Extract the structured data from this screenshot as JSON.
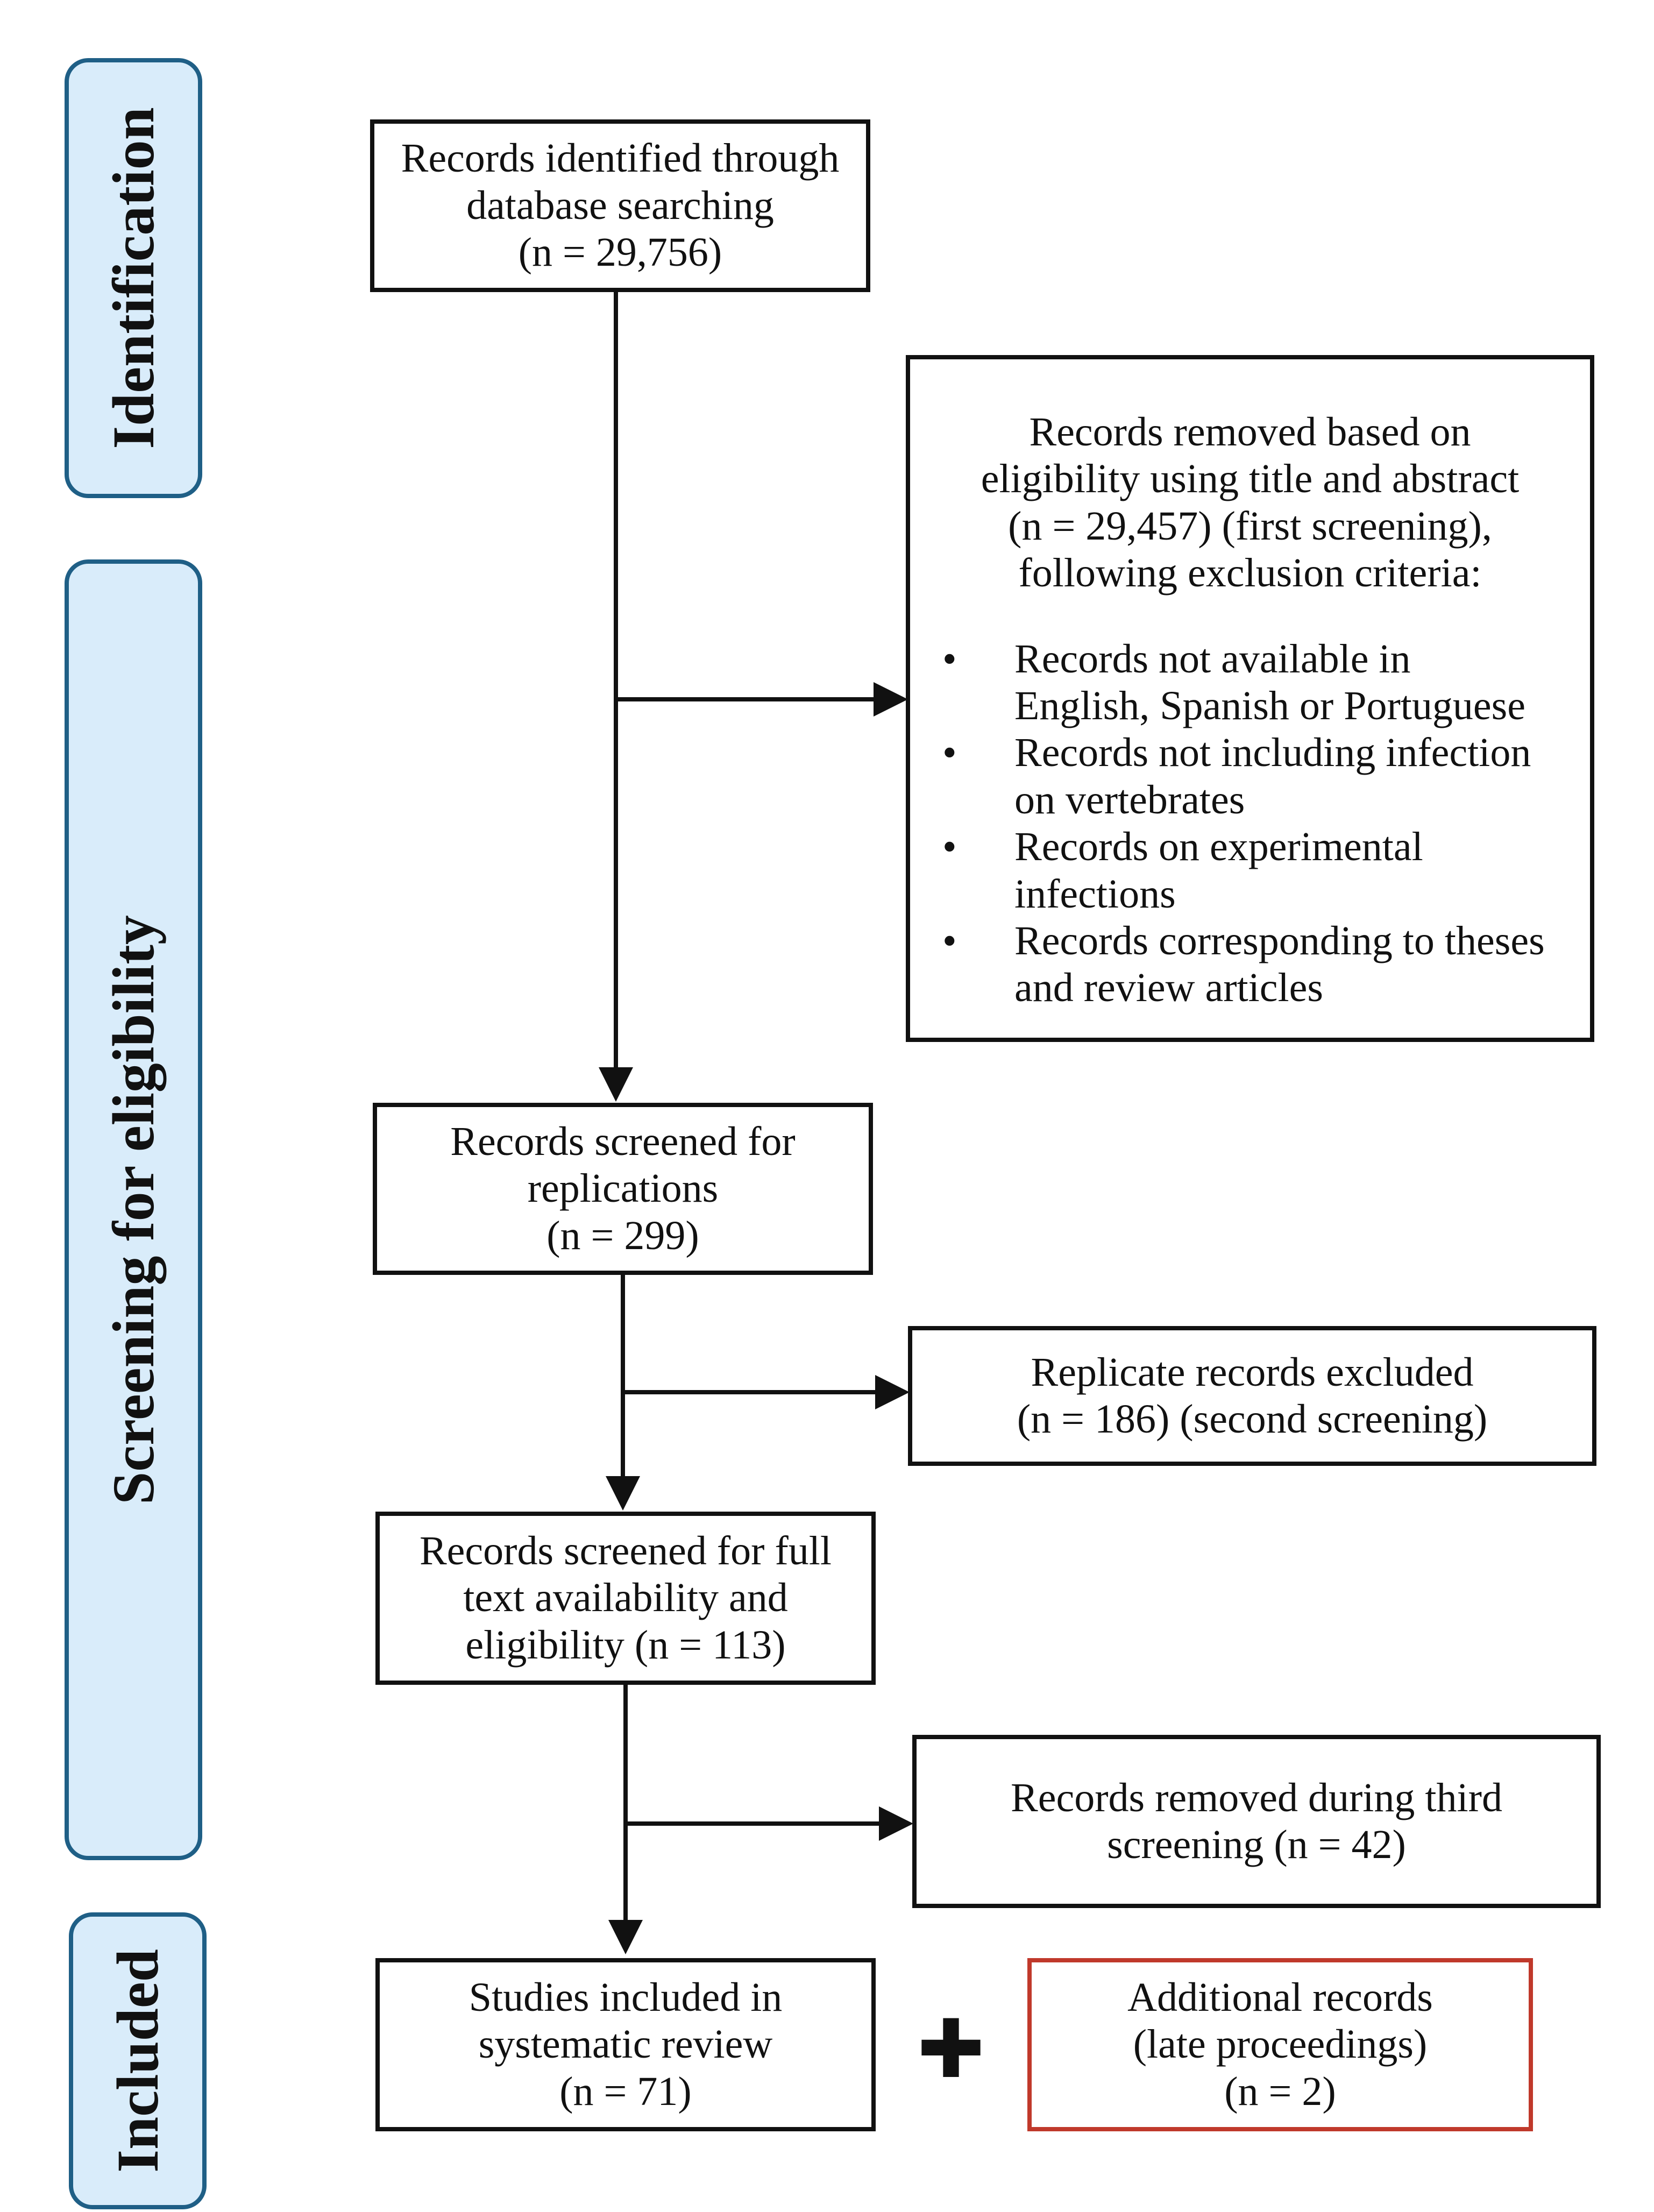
{
  "phases": {
    "identification": "Identification",
    "screening": "Screening for eligibility",
    "included": "Included"
  },
  "boxes": {
    "identified": {
      "lines": [
        "Records identified through",
        "database searching",
        "(n = 29,756)"
      ]
    },
    "removed_first": {
      "lines": [
        "Records removed based on",
        "eligibility using title and abstract",
        "(n = 29,457) (first screening),",
        "following exclusion criteria:"
      ],
      "bullet": "•",
      "criteria": [
        {
          "lines": [
            "Records not available in",
            "English, Spanish or Portuguese"
          ]
        },
        {
          "lines": [
            "Records not including infection",
            "on vertebrates"
          ]
        },
        {
          "lines": [
            "Records on experimental",
            "infections"
          ]
        },
        {
          "lines": [
            "Records corresponding to theses",
            "and review articles"
          ]
        }
      ]
    },
    "screened_replications": {
      "lines": [
        "Records screened for",
        "replications",
        "(n = 299)"
      ]
    },
    "replicates_excluded": {
      "lines": [
        "Replicate records excluded",
        "(n = 186) (second screening)"
      ]
    },
    "fulltext": {
      "lines": [
        "Records screened for full",
        "text availability and",
        "eligibility (n = 113)"
      ]
    },
    "removed_third": {
      "lines": [
        "Records removed during third",
        "screening (n = 42)"
      ]
    },
    "included_studies": {
      "lines": [
        "Studies included in",
        "systematic review",
        "(n = 71)"
      ]
    },
    "additional": {
      "lines": [
        "Additional records",
        "(late proceedings)",
        "(n = 2)"
      ]
    }
  },
  "plus_symbol": "✚",
  "colors": {
    "phase_fill": "#d9ecfa",
    "phase_border": "#1f5f86",
    "box_border": "#111111",
    "additional_border": "#c0392b"
  }
}
